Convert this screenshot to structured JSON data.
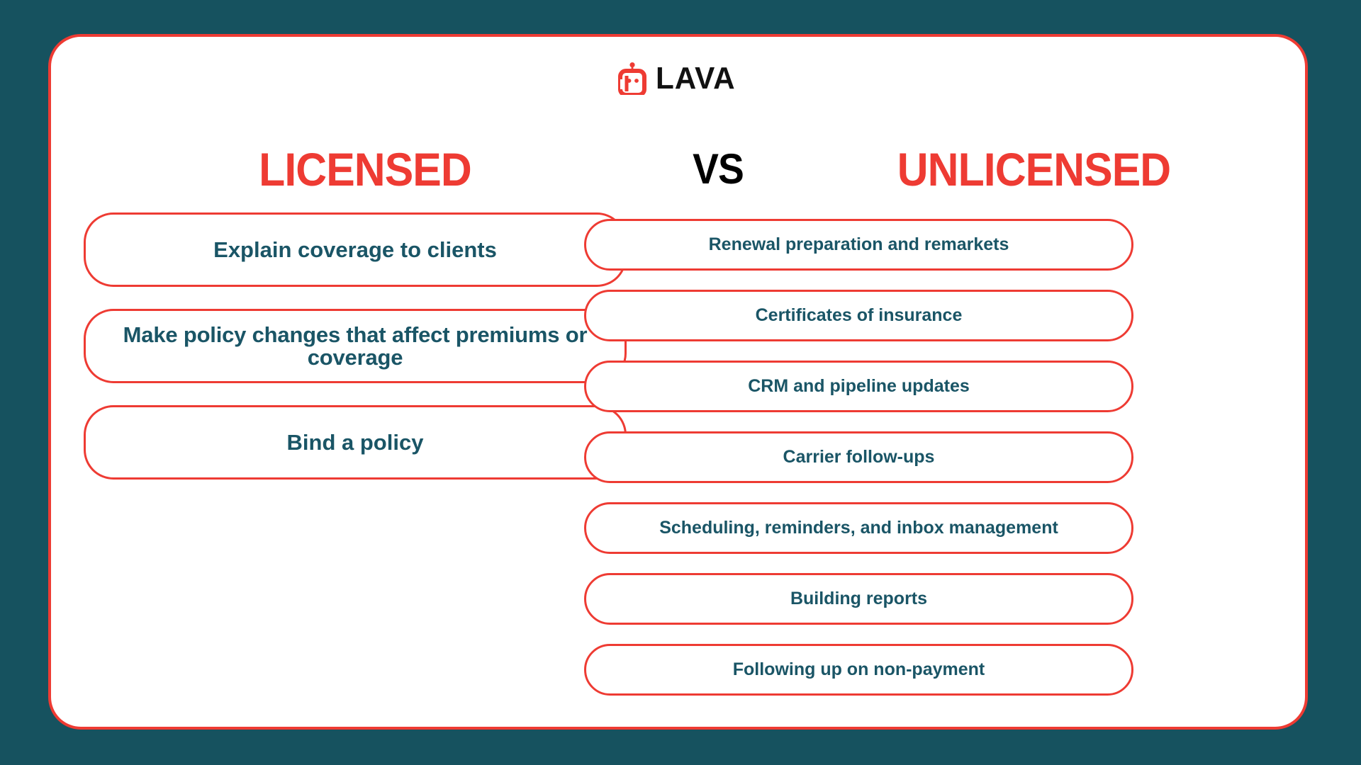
{
  "theme": {
    "background": "#16525F",
    "card_background": "#FFFFFF",
    "accent_red": "#EE3B33",
    "text_teal": "#1A5566",
    "vs_black": "#000000"
  },
  "brand": {
    "logo_icon": "robot-head-icon",
    "wordmark": "LAVA"
  },
  "headings": {
    "left": "LICENSED",
    "middle": "VS",
    "right": "UNLICENSED"
  },
  "licensed": {
    "items": [
      {
        "label": "Explain coverage to clients"
      },
      {
        "label": "Make policy changes that affect premiums or coverage"
      },
      {
        "label": "Bind a policy"
      }
    ]
  },
  "unlicensed": {
    "items": [
      {
        "label": "Renewal preparation and remarkets"
      },
      {
        "label": "Certificates of insurance"
      },
      {
        "label": "CRM and pipeline updates"
      },
      {
        "label": "Carrier follow-ups"
      },
      {
        "label": "Scheduling, reminders, and inbox management"
      },
      {
        "label": "Building reports"
      },
      {
        "label": "Following up on non-payment"
      }
    ]
  }
}
